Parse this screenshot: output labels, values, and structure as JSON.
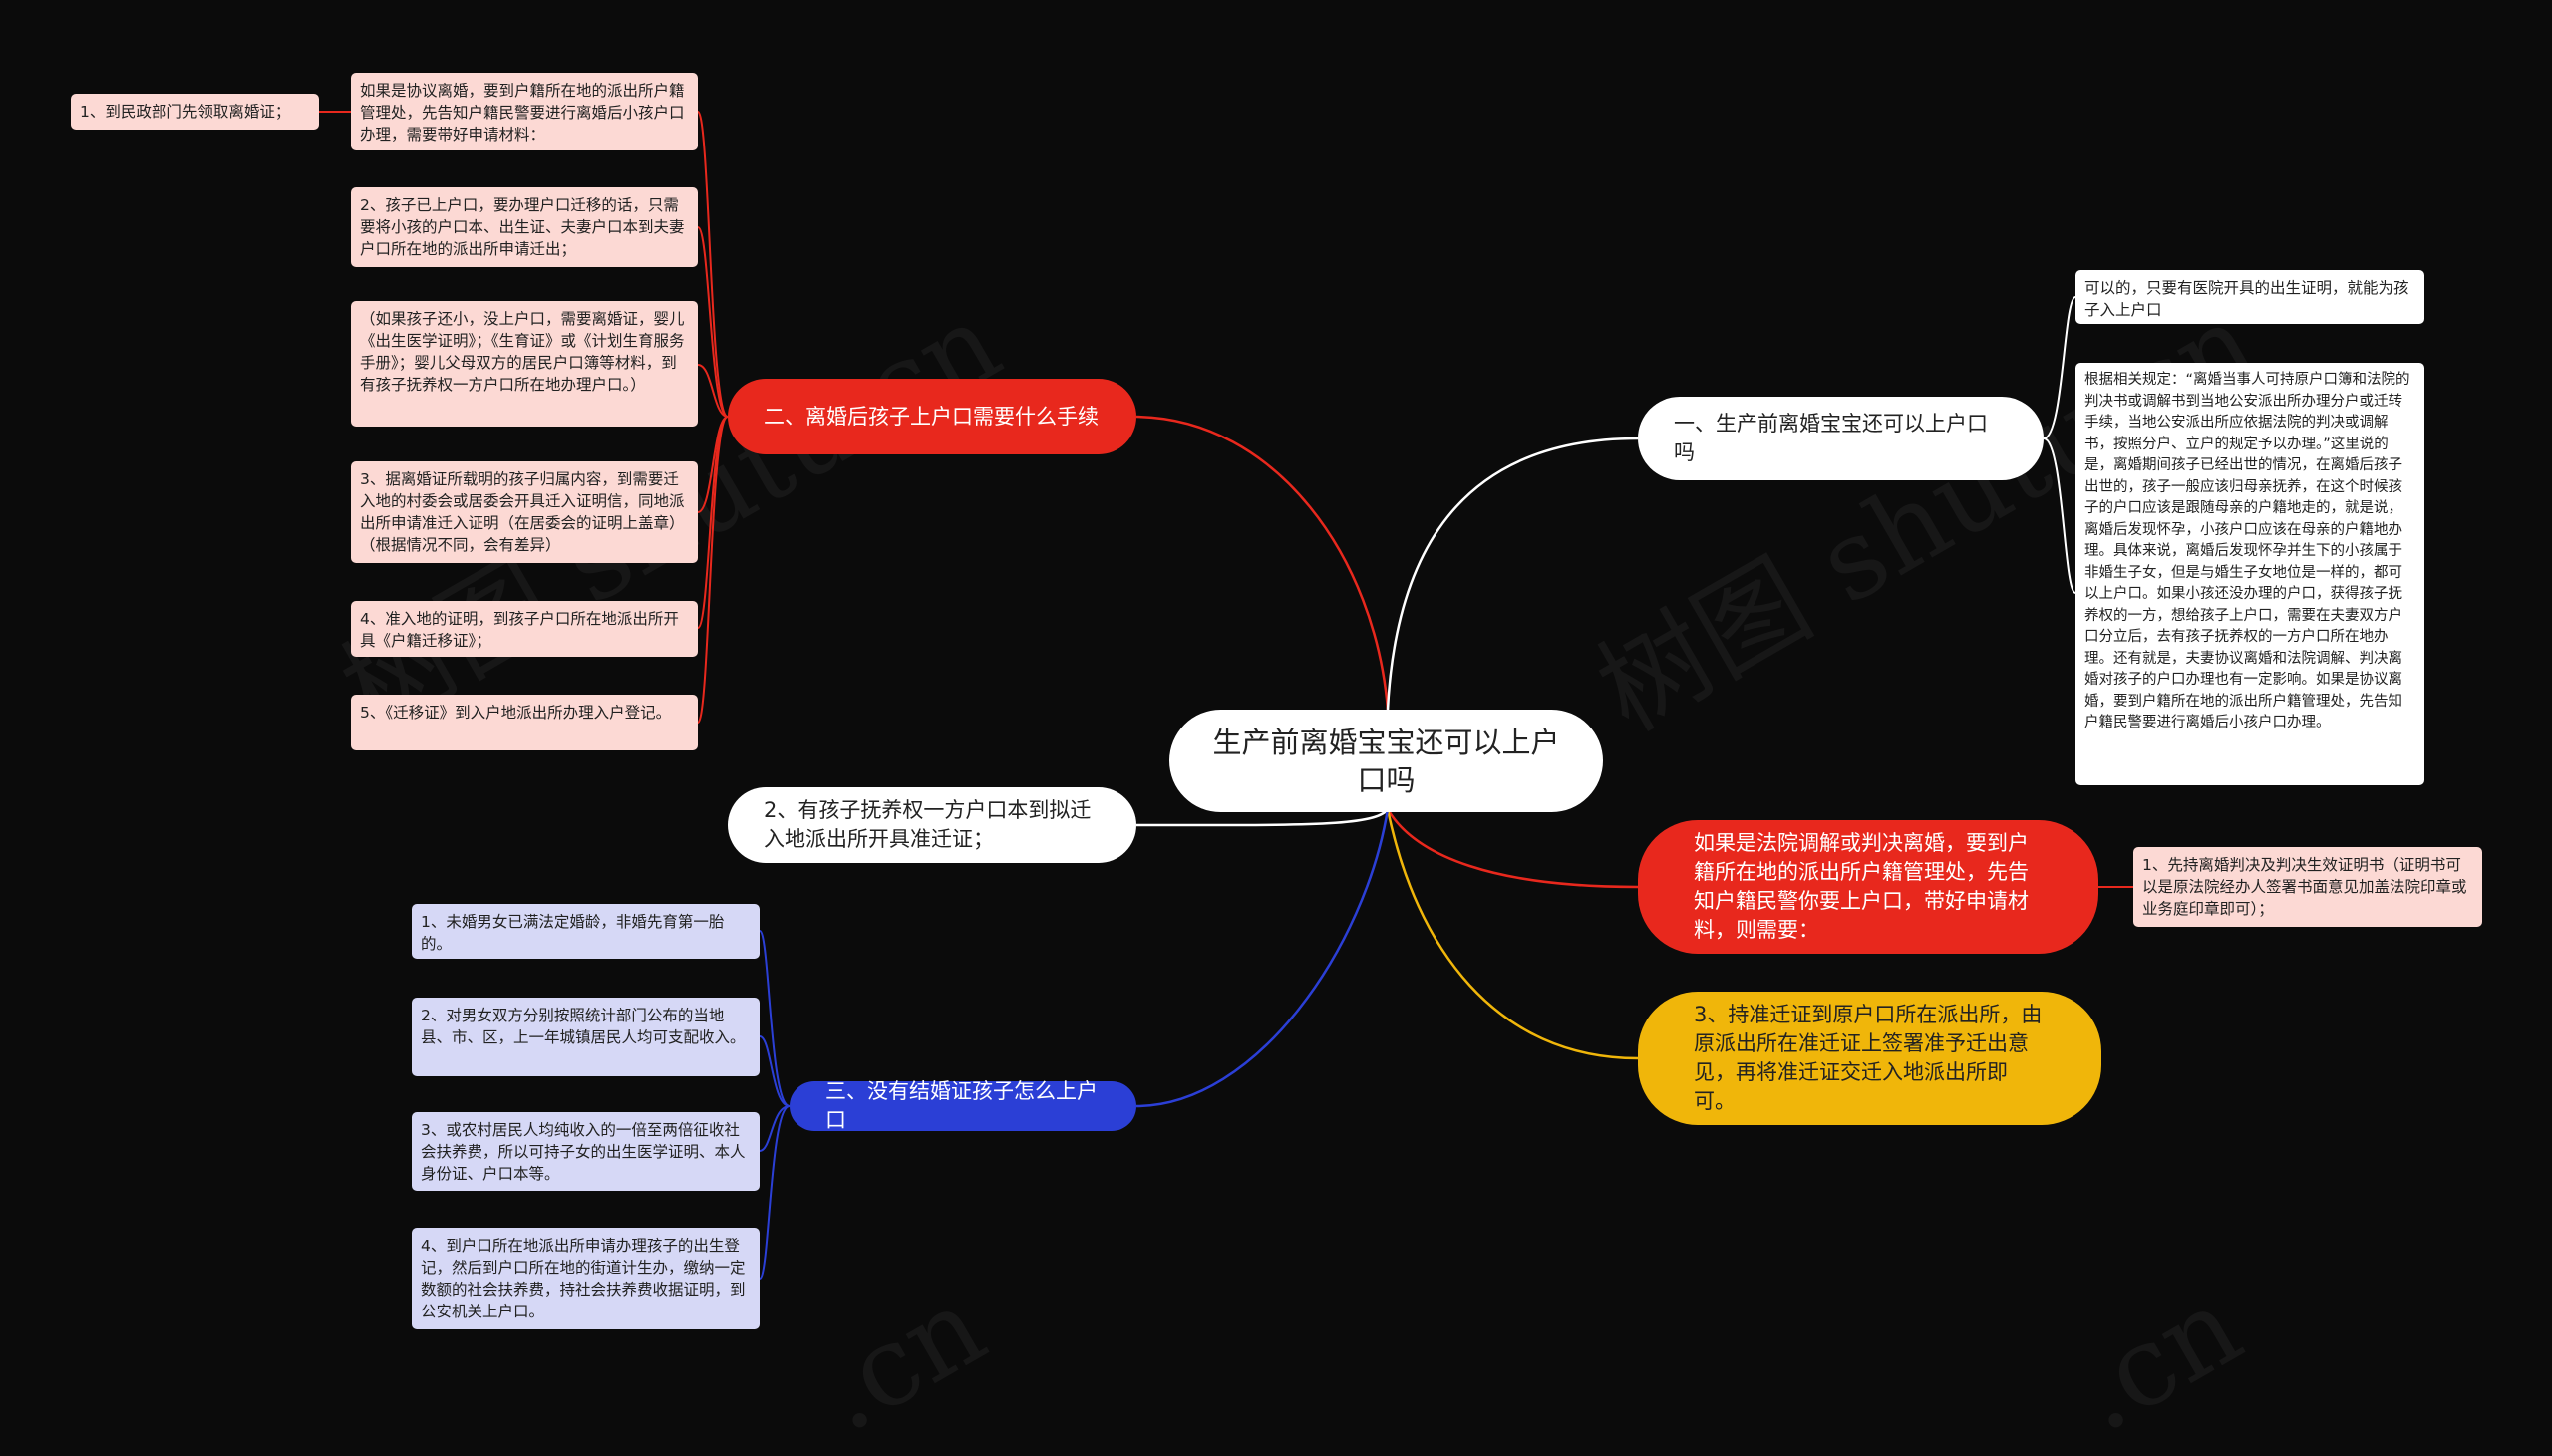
{
  "colors": {
    "background": "#0b0b0b",
    "red": "#e8281d",
    "yellow": "#f0b60a",
    "blue": "#2b3fd6",
    "white": "#ffffff",
    "pink_leaf": "#fcd9d4",
    "lavender_leaf": "#d6d8f6",
    "link_red": "#e8281d",
    "link_blue": "#2b3fd6",
    "link_yellow": "#f0b60a",
    "link_white": "#ffffff"
  },
  "watermark": {
    "text_1": "树图 shutu.cn",
    "text_2": "树图 shutu.cn",
    "text_3": ".cn",
    "text_4": ".cn"
  },
  "root": {
    "text": "生产前离婚宝宝还可以上户口吗"
  },
  "branch_1": {
    "title": "一、生产前离婚宝宝还可以上户口吗",
    "leaves": [
      "可以的，只要有医院开具的出生证明，就能为孩子入上户口",
      "根据相关规定：“离婚当事人可持原户口簿和法院的判决书或调解书到当地公安派出所办理分户或迁转手续，当地公安派出所应依据法院的判决或调解书，按照分户、立户的规定予以办理。”这里说的是，离婚期间孩子已经出世的情况，在离婚后孩子出世的，孩子一般应该归母亲抚养，在这个时候孩子的户口应该是跟随母亲的户籍地走的，就是说，离婚后发现怀孕，小孩户口应该在母亲的户籍地办理。具体来说，离婚后发现怀孕并生下的小孩属于非婚生子女，但是与婚生子女地位是一样的，都可以上户口。如果小孩还没办理的户口，获得孩子抚养权的一方，想给孩子上户口，需要在夫妻双方户口分立后，去有孩子抚养权的一方户口所在地办理。还有就是，夫妻协议离婚和法院调解、判决离婚对孩子的户口办理也有一定影响。如果是协议离婚，要到户籍所在地的派出所户籍管理处，先告知户籍民警要进行离婚后小孩户口办理。"
    ]
  },
  "branch_court": {
    "title": "如果是法院调解或判决离婚，要到户籍所在地的派出所户籍管理处，先告知户籍民警你要上户口，带好申请材料，则需要：",
    "leaves": [
      "1、先持离婚判决及判决生效证明书（证明书可以是原法院经办人签署书面意见加盖法院印章或业务庭印章即可）；"
    ]
  },
  "branch_3": {
    "title": "3、持准迁证到原户口所在派出所，由原派出所在准迁证上签署准予迁出意见，再将准迁证交迁入地派出所即可。"
  },
  "branch_2_left": {
    "title": "2、有孩子抚养权一方户口本到拟迁入地派出所开具准迁证；"
  },
  "branch_two": {
    "title": "二、离婚后孩子上户口需要什么手续",
    "leaves": [
      "如果是协议离婚，要到户籍所在地的派出所户籍管理处，先告知户籍民警要进行离婚后小孩户口办理，需要带好申请材料：",
      "2、孩子已上户口，要办理户口迁移的话，只需要将小孩的户口本、出生证、夫妻户口本到夫妻户口所在地的派出所申请迁出；",
      "（如果孩子还小，没上户口，需要离婚证，婴儿《出生医学证明》；《生育证》或《计划生育服务手册》；婴儿父母双方的居民户口簿等材料，到有孩子抚养权一方户口所在地办理户口。）",
      "3、据离婚证所载明的孩子归属内容，到需要迁入地的村委会或居委会开具迁入证明信，同地派出所申请准迁入证明（在居委会的证明上盖章）（根据情况不同，会有差异）",
      "4、准入地的证明，到孩子户口所在地派出所开具《户籍迁移证》；",
      "5、《迁移证》到入户地派出所办理入户登记。"
    ],
    "sub_leaf": "1、到民政部门先领取离婚证；"
  },
  "branch_three": {
    "title": "三、没有结婚证孩子怎么上户口",
    "leaves": [
      "1、未婚男女已满法定婚龄，非婚先育第一胎的。",
      "2、对男女双方分别按照统计部门公布的当地县、市、区，上一年城镇居民人均可支配收入。",
      "3、或农村居民人均纯收入的一倍至两倍征收社会扶养费，所以可持子女的出生医学证明、本人身份证、户口本等。",
      "4、到户口所在地派出所申请办理孩子的出生登记，然后到户口所在地的街道计生办，缴纳一定数额的社会扶养费，持社会扶养费收据证明，到公安机关上户口。"
    ]
  }
}
